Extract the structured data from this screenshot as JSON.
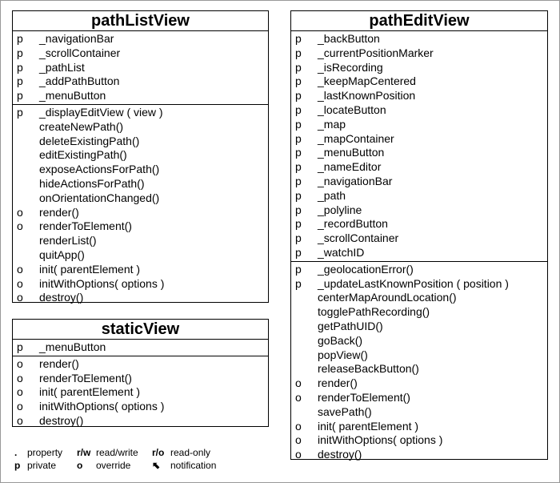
{
  "pathListView": {
    "title": "pathListView",
    "properties": [
      {
        "mod": "p",
        "name": "_navigationBar"
      },
      {
        "mod": "p",
        "name": "_scrollContainer"
      },
      {
        "mod": "p",
        "name": "_pathList"
      },
      {
        "mod": "p",
        "name": "_addPathButton"
      },
      {
        "mod": "p",
        "name": "_menuButton"
      }
    ],
    "methods": [
      {
        "mod": "p",
        "name": "_displayEditView ( view )"
      },
      {
        "mod": "",
        "name": "createNewPath()"
      },
      {
        "mod": "",
        "name": "deleteExistingPath()"
      },
      {
        "mod": "",
        "name": "editExistingPath()"
      },
      {
        "mod": "",
        "name": "exposeActionsForPath()"
      },
      {
        "mod": "",
        "name": "hideActionsForPath()"
      },
      {
        "mod": "",
        "name": "onOrientationChanged()"
      },
      {
        "mod": "o",
        "name": "render()"
      },
      {
        "mod": "o",
        "name": "renderToElement()"
      },
      {
        "mod": "",
        "name": "renderList()"
      },
      {
        "mod": "",
        "name": "quitApp()"
      },
      {
        "mod": "o",
        "name": "init( parentElement )"
      },
      {
        "mod": "o",
        "name": "initWithOptions( options )"
      },
      {
        "mod": "o",
        "name": "destroy()"
      }
    ]
  },
  "staticView": {
    "title": "staticView",
    "properties": [
      {
        "mod": "p",
        "name": "_menuButton"
      }
    ],
    "methods": [
      {
        "mod": "o",
        "name": "render()"
      },
      {
        "mod": "o",
        "name": "renderToElement()"
      },
      {
        "mod": "o",
        "name": "init( parentElement )"
      },
      {
        "mod": "o",
        "name": "initWithOptions( options )"
      },
      {
        "mod": "o",
        "name": "destroy()"
      }
    ]
  },
  "pathEditView": {
    "title": "pathEditView",
    "properties": [
      {
        "mod": "p",
        "name": "_backButton"
      },
      {
        "mod": "p",
        "name": "_currentPositionMarker"
      },
      {
        "mod": "p",
        "name": "_isRecording"
      },
      {
        "mod": "p",
        "name": "_keepMapCentered"
      },
      {
        "mod": "p",
        "name": "_lastKnownPosition"
      },
      {
        "mod": "p",
        "name": "_locateButton"
      },
      {
        "mod": "p",
        "name": "_map"
      },
      {
        "mod": "p",
        "name": "_mapContainer"
      },
      {
        "mod": "p",
        "name": "_menuButton"
      },
      {
        "mod": "p",
        "name": "_nameEditor"
      },
      {
        "mod": "p",
        "name": "_navigationBar"
      },
      {
        "mod": "p",
        "name": "_path"
      },
      {
        "mod": "p",
        "name": "_polyline"
      },
      {
        "mod": "p",
        "name": "_recordButton"
      },
      {
        "mod": "p",
        "name": "_scrollContainer"
      },
      {
        "mod": "p",
        "name": "_watchID"
      }
    ],
    "methods": [
      {
        "mod": "p",
        "name": "_geolocationError()"
      },
      {
        "mod": "p",
        "name": "_updateLastKnownPosition ( position )"
      },
      {
        "mod": "",
        "name": "centerMapAroundLocation()"
      },
      {
        "mod": "",
        "name": "togglePathRecording()"
      },
      {
        "mod": "",
        "name": "getPathUID()"
      },
      {
        "mod": "",
        "name": "goBack()"
      },
      {
        "mod": "",
        "name": "popView()"
      },
      {
        "mod": "",
        "name": "releaseBackButton()"
      },
      {
        "mod": "o",
        "name": "render()"
      },
      {
        "mod": "o",
        "name": "renderToElement()"
      },
      {
        "mod": "",
        "name": "savePath()"
      },
      {
        "mod": "o",
        "name": "init( parentElement )"
      },
      {
        "mod": "o",
        "name": "initWithOptions( options )"
      },
      {
        "mod": "o",
        "name": "destroy()"
      }
    ]
  },
  "legend": [
    [
      {
        "sym": ".",
        "text": "property"
      },
      {
        "sym": "r/w",
        "text": "read/write"
      },
      {
        "sym": "r/o",
        "text": "read-only"
      }
    ],
    [
      {
        "sym": "p",
        "text": "private"
      },
      {
        "sym": "o",
        "text": "override"
      },
      {
        "sym": "⬉",
        "text": "notification"
      }
    ]
  ]
}
